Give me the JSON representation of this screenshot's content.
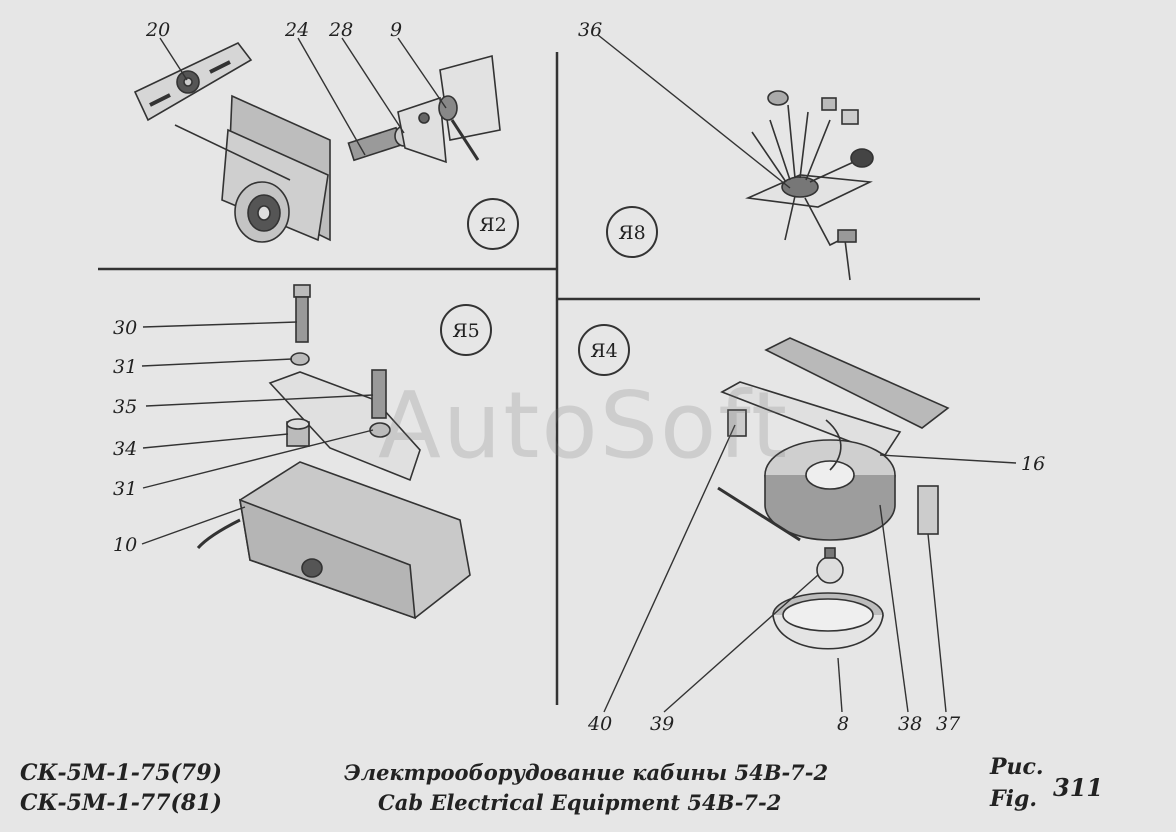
{
  "watermark": "AutoSoft",
  "zones": {
    "z2": "Я2",
    "z8": "Я8",
    "z5": "Я5",
    "z4": "Я4"
  },
  "callouts": {
    "c20": "20",
    "c24": "24",
    "c28": "28",
    "c9": "9",
    "c36": "36",
    "c30": "30",
    "c31a": "31",
    "c35": "35",
    "c34": "34",
    "c31b": "31",
    "c10": "10",
    "c16": "16",
    "c40": "40",
    "c39": "39",
    "c8": "8",
    "c38": "38",
    "c37": "37"
  },
  "footer": {
    "model_1": "СК-5М-1-75(79)",
    "model_2": "СК-5М-1-77(81)",
    "title_ru": "Электрооборудование кабины 54В-7-2",
    "title_en": "Cab Electrical Equipment 54B-7-2",
    "fig_ru": "Рис.",
    "fig_en": "Fig.",
    "fig_no": "311"
  }
}
